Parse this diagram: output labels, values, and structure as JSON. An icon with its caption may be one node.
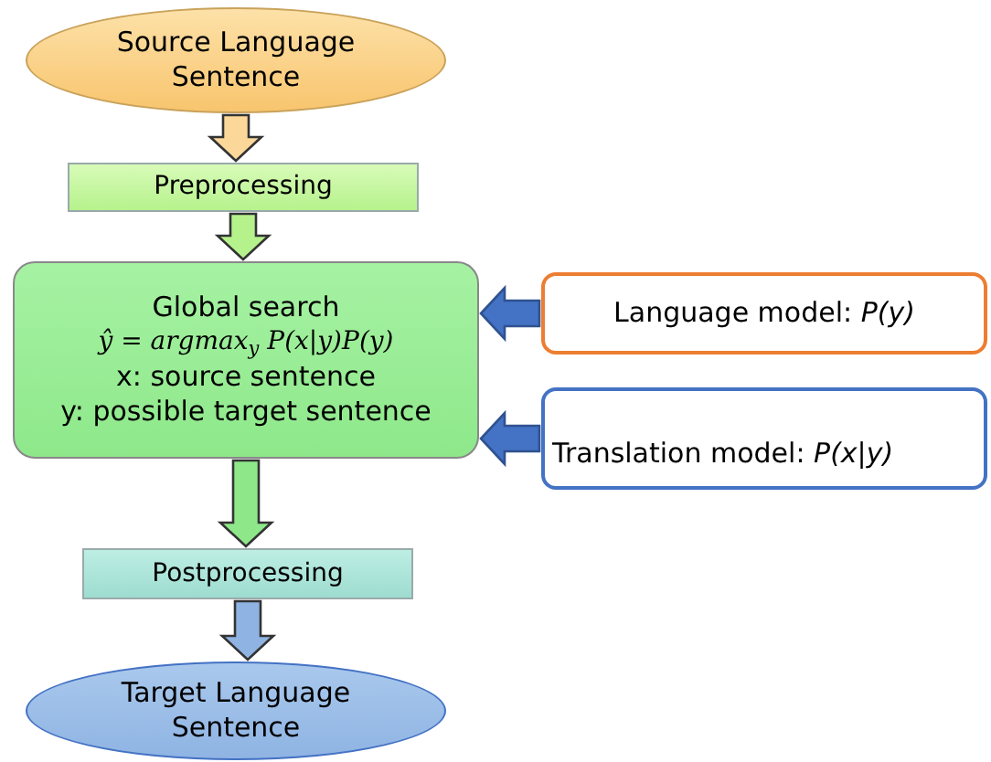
{
  "diagram": {
    "nodes": [
      {
        "text": [
          "Source Language Sentence"
        ]
      },
      {
        "text": [
          "Preprocessing"
        ]
      },
      {
        "text": [
          "Global search",
          "ŷ = argmax$_{y}$ P(x|y)P(y)",
          "x: source sentence",
          "y: possible target sentence"
        ]
      },
      {
        "text": [
          "Language model: *P(y)*"
        ]
      },
      {
        "text": [
          "Translation model: *P(x|y)*"
        ]
      },
      {
        "text": [
          "Postprocessing"
        ]
      },
      {
        "text": [
          "Target Language Sentence"
        ]
      }
    ],
    "edges": [
      {
        "from": 0,
        "to": 1,
        "arrow": "to",
        "color": "#fbd79a"
      },
      {
        "from": 1,
        "to": 2,
        "arrow": "to",
        "color": "#b6f28c"
      },
      {
        "from": 3,
        "to": 2,
        "arrow": "to",
        "color": "#4472c4"
      },
      {
        "from": 4,
        "to": 2,
        "arrow": "to",
        "color": "#4472c4"
      },
      {
        "from": 2,
        "to": 5,
        "arrow": "to",
        "color": "#8ee88a"
      },
      {
        "from": 5,
        "to": 6,
        "arrow": "to",
        "color": "#8fb4e3"
      }
    ]
  }
}
